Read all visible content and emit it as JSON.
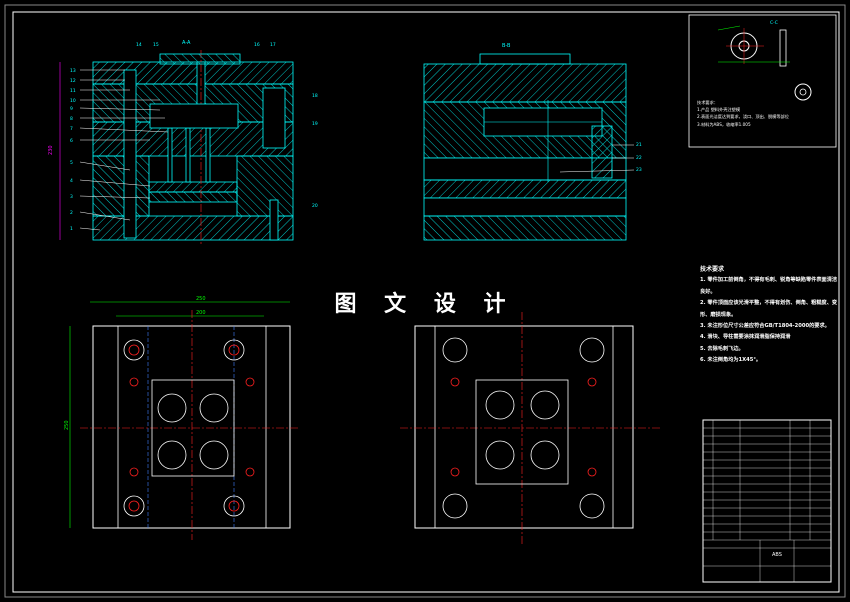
{
  "sheet": {
    "center_title": "图 文 设 计"
  },
  "views": {
    "section_a_label": "A-A",
    "section_b_label": "B-B",
    "detail_label": "C-C",
    "dim_width_outer": "250",
    "dim_width_inner": "200",
    "dim_height_left": "230",
    "dim_height_top": "250"
  },
  "part_numbers_left": [
    "13",
    "12",
    "11",
    "10",
    "9",
    "8",
    "7",
    "6",
    "5",
    "4",
    "3",
    "2",
    "1"
  ],
  "part_numbers_top": [
    "14",
    "15",
    "16",
    "17"
  ],
  "part_numbers_right": [
    "18",
    "19",
    "20"
  ],
  "part_numbers_b": [
    "21",
    "22",
    "23"
  ],
  "product_notes": {
    "title": "技术要求：",
    "lines": [
      "1.产品 塑料外壳注塑模",
      "2.表面光洁度达到要求，浇口、顶出、脱模等部位",
      "3.材料为ABS，收缩率1.005"
    ]
  },
  "tech_requirements": {
    "title": "技术要求",
    "items": [
      "1. 零件加工前倒角，不得有毛刺、锐角等缺陷零件表面清洁良好。",
      "2. 零件顶面应该光滑平整，不得有划伤、倒角、粗糙度、变形、磨损现象。",
      "3. 未注形位尺寸公差应符合GB/T1804-2000的要求。",
      "4. 滑块、导柱需要涂抹润滑脂保持润滑",
      "5. 去除毛刺飞边。",
      "6. 未注倒角均为1X45°。"
    ]
  },
  "title_block": {
    "material": "ABS"
  },
  "colors": {
    "frame": "#ffffff",
    "outline": "#00ffff",
    "hatch": "#00c8c8",
    "center_line": "#ff2020",
    "hidden_line": "#4080ff",
    "dimension": "#ff00ff",
    "leader": "#ffffff",
    "green_note": "#00ff00"
  }
}
